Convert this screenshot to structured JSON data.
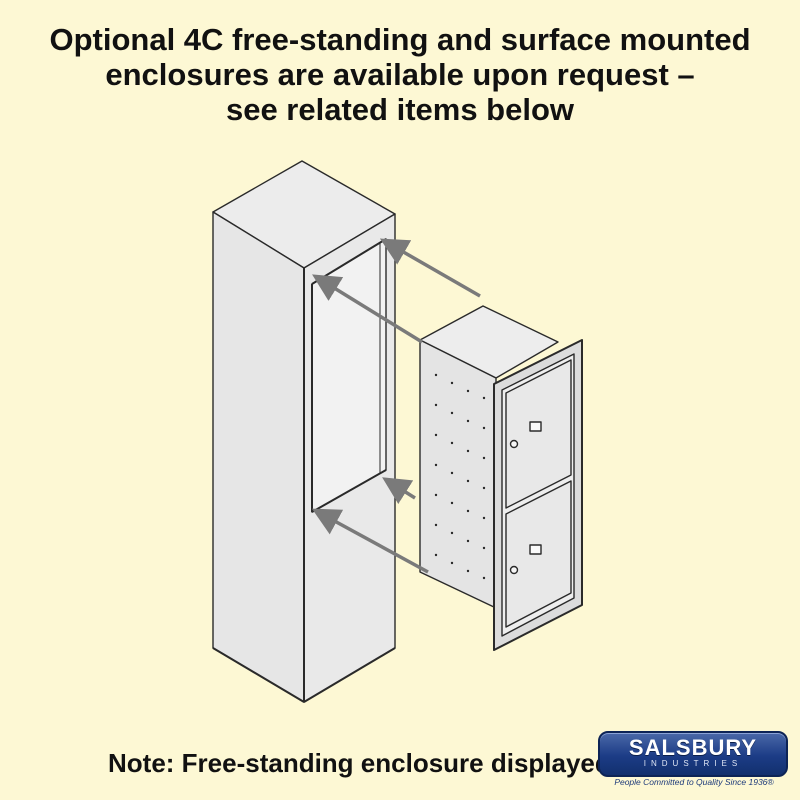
{
  "headline": {
    "line1": "Optional 4C free-standing and surface mounted",
    "line2": "enclosures are available upon request –",
    "line3": "see related items below"
  },
  "note": "Note:  Free-standing enclosure displayed",
  "logo": {
    "name": "SALSBURY",
    "sub": "INDUSTRIES",
    "tagline": "People Committed to Quality Since 1936®"
  },
  "colors": {
    "background": "#fdf8d4",
    "illustration_fill": "#e7e7e7",
    "illustration_stroke": "#2a2a2a",
    "arrow": "#7a7a7a",
    "brand_blue": "#1c3c86"
  }
}
